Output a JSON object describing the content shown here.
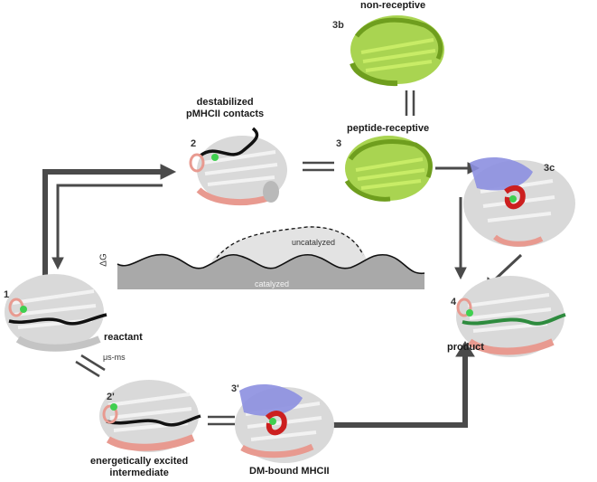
{
  "labels": {
    "non_receptive": "non-receptive",
    "destabilized": "destabilized\npMHCII contacts",
    "peptide_receptive": "peptide-receptive",
    "reactant": "reactant",
    "product": "product",
    "excited": "energetically excited\nintermediate",
    "dm_bound": "DM-bound MHCII",
    "us_ms": "μs-ms",
    "delta_g": "ΔG",
    "uncatalyzed": "uncatalyzed",
    "catalyzed": "catalyzed"
  },
  "state_numbers": {
    "s1": "1",
    "s2": "2",
    "s2p": "2'",
    "s3": "3",
    "s3b": "3b",
    "s3c": "3c",
    "s3p": "3'",
    "s4": "4"
  },
  "colors": {
    "arrow": "#4a4a4a",
    "protein_grey": "#c8c8c8",
    "helix_salmon": "#e89a90",
    "helix_red": "#cc1f1f",
    "peptide_black": "#111111",
    "peptide_green": "#2e8b3e",
    "receptive_green": "#9acd32",
    "dm_blue": "#8c8fe0",
    "energy_fill": "#a9a9a9",
    "energy_light": "#e3e3e3",
    "ligand_green": "#3fcf4f"
  }
}
